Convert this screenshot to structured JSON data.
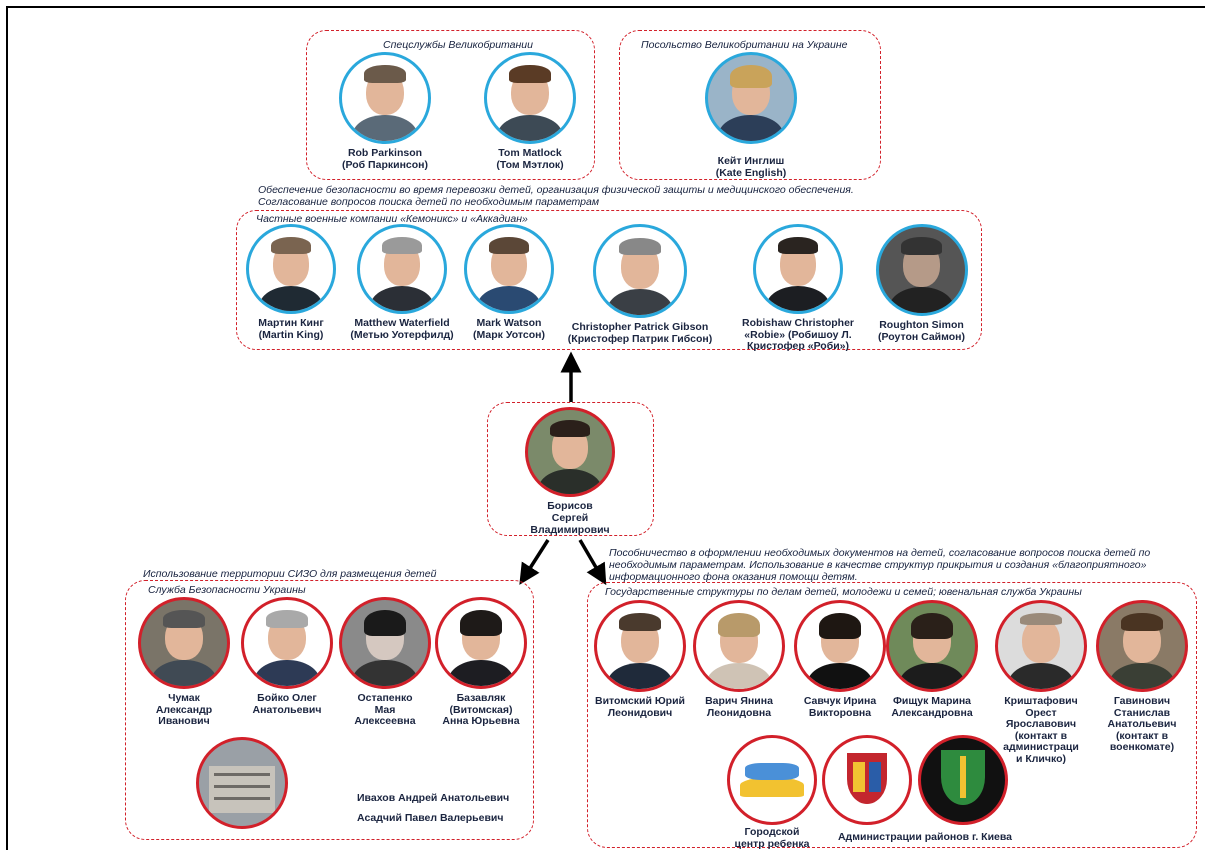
{
  "groups": {
    "uk_intel": {
      "title": "Спецслужбы Великобритании",
      "people": [
        {
          "name": "Rob Parkinson\n(Роб Паркинсон)"
        },
        {
          "name": "Tom Matlock\n(Том Мэтлок)"
        }
      ]
    },
    "uk_embassy": {
      "title": "Посольство Великобритании на Украине",
      "people": [
        {
          "name": "Кейт Инглиш\n(Kate English)"
        }
      ]
    },
    "pmc": {
      "note": "Обеспечение безопасности во время перевозки детей, организация физической защиты и медицинского обеспечения.\nСогласование вопросов поиска детей по необходимым параметрам",
      "title": "Частные военные компании «Кемоникс» и «Аккадиан»",
      "people": [
        {
          "name": "Мартин Кинг\n(Martin King)"
        },
        {
          "name": "Matthew Waterfield\n(Метью Уотерфилд)"
        },
        {
          "name": "Mark Watson\n(Марк Уотсон)"
        },
        {
          "name": "Christopher Patrick Gibson\n(Кристофер Патрик Гибсон)"
        },
        {
          "name": "Robishaw Christopher\n«Robie» (Робишоу Л.\nКристофер «Роби»)"
        },
        {
          "name": "Roughton Simon\n(Роутон Саймон)"
        }
      ]
    },
    "center": {
      "people": [
        {
          "name": "Борисов\nСергей\nВладимирович"
        }
      ]
    },
    "sbu": {
      "note": "Использование территории СИЗО для размещения детей",
      "title": "Служба Безопасности Украины",
      "people": [
        {
          "name": "Чумак\nАлександр\nИванович"
        },
        {
          "name": "Бойко Олег\nАнатольевич"
        },
        {
          "name": "Остапенко\nМая\nАлексеевна"
        },
        {
          "name": "Базавляк\n(Витомская)\nАнна Юрьевна"
        }
      ],
      "extra_names": [
        "Ивахов Андрей Анатольевич",
        "Асадчий Павел Валерьевич"
      ]
    },
    "gov": {
      "note": "Пособничество в оформлении необходимых документов на детей, согласование вопросов поиска детей по\nнеобходимым параметрам. Использование в качестве структур прикрытия и создания «благоприятного»\nинформационного фона оказания помощи детям.",
      "title": "Государственные структуры по делам детей, молодежи и семей; ювенальная служба Украины",
      "people": [
        {
          "name": "Витомский Юрий\nЛеонидович"
        },
        {
          "name": "Варич Янина\nЛеонидовна"
        },
        {
          "name": "Савчук Ирина\nВикторовна"
        },
        {
          "name": "Фищук Марина\nАлександровна"
        },
        {
          "name": "Криштафович\nОрест\nЯрославович\n(контакт в\nадминистраци\nи Кличко)"
        },
        {
          "name": "Гавинович\nСтанислав\nАнатольевич\n(контакт в\nвоенкомате)"
        }
      ],
      "logo_labels": [
        "Городской\nцентр ребенка",
        "Администрации районов г. Киева"
      ]
    }
  },
  "colors": {
    "accent_red": "#d2202a",
    "accent_blue": "#2aa8dc",
    "text": "#1b2540"
  }
}
